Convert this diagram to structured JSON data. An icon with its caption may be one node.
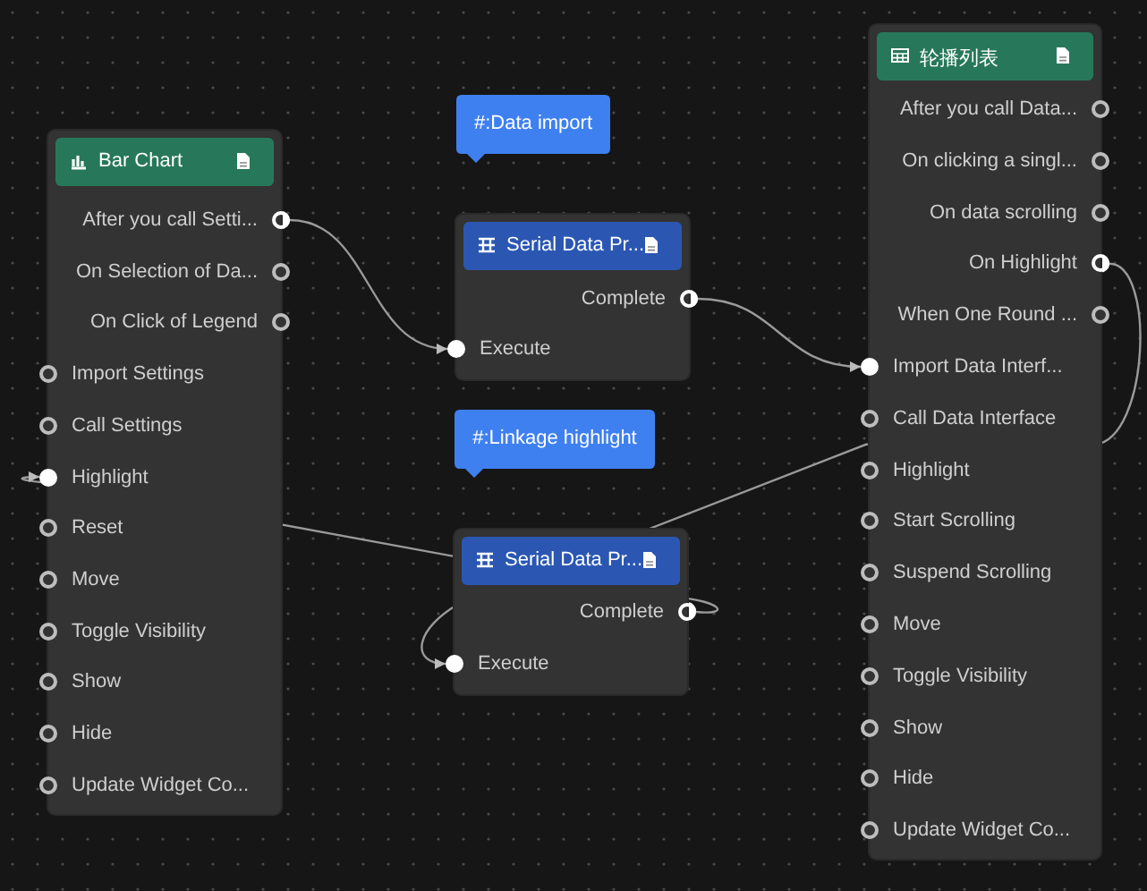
{
  "diagram": {
    "nodes": [
      {
        "text": [
          "Bar Chart"
        ]
      },
      {
        "text": [
          "After you call Setti..."
        ],
        "in": 0
      },
      {
        "text": [
          "On Selection of Da..."
        ],
        "in": 0
      },
      {
        "text": [
          "On Click of Legend"
        ],
        "in": 0
      },
      {
        "text": [
          "Import Settings"
        ],
        "in": 0
      },
      {
        "text": [
          "Call Settings"
        ],
        "in": 0
      },
      {
        "text": [
          "Highlight"
        ],
        "in": 0
      },
      {
        "text": [
          "Reset"
        ],
        "in": 0
      },
      {
        "text": [
          "Move"
        ],
        "in": 0
      },
      {
        "text": [
          "Toggle Visibility"
        ],
        "in": 0
      },
      {
        "text": [
          "Show"
        ],
        "in": 0
      },
      {
        "text": [
          "Hide"
        ],
        "in": 0
      },
      {
        "text": [
          "Update Widget Co..."
        ],
        "in": 0
      },
      {
        "text": [
          "#:Data import"
        ]
      },
      {
        "text": [
          "Serial Data Pr..."
        ]
      },
      {
        "text": [
          "Complete"
        ],
        "in": 14
      },
      {
        "text": [
          "Execute"
        ],
        "in": 14
      },
      {
        "text": [
          "#:Linkage highlight"
        ]
      },
      {
        "text": [
          "Serial Data Pr..."
        ]
      },
      {
        "text": [
          "Complete"
        ],
        "in": 18
      },
      {
        "text": [
          "Execute"
        ],
        "in": 18
      },
      {
        "text": [
          "轮播列表"
        ]
      },
      {
        "text": [
          "After you call Data..."
        ],
        "in": 21
      },
      {
        "text": [
          "On clicking a singl..."
        ],
        "in": 21
      },
      {
        "text": [
          "On data scrolling"
        ],
        "in": 21
      },
      {
        "text": [
          "On Highlight"
        ],
        "in": 21
      },
      {
        "text": [
          "When One Round ..."
        ],
        "in": 21
      },
      {
        "text": [
          "Import Data Interf..."
        ],
        "in": 21
      },
      {
        "text": [
          "Call Data Interface"
        ],
        "in": 21
      },
      {
        "text": [
          "Highlight"
        ],
        "in": 21
      },
      {
        "text": [
          "Start Scrolling"
        ],
        "in": 21
      },
      {
        "text": [
          "Suspend Scrolling"
        ],
        "in": 21
      },
      {
        "text": [
          "Move"
        ],
        "in": 21
      },
      {
        "text": [
          "Toggle Visibility"
        ],
        "in": 21
      },
      {
        "text": [
          "Show"
        ],
        "in": 21
      },
      {
        "text": [
          "Hide"
        ],
        "in": 21
      },
      {
        "text": [
          "Update Widget Co..."
        ],
        "in": 21
      }
    ],
    "edges": [
      {
        "from": 1,
        "to": 16,
        "arrow": "to"
      },
      {
        "from": 15,
        "to": 27,
        "arrow": "to"
      },
      {
        "from": 25,
        "to": 20,
        "arrow": "to"
      },
      {
        "from": 19,
        "to": 6,
        "arrow": "to"
      }
    ]
  }
}
